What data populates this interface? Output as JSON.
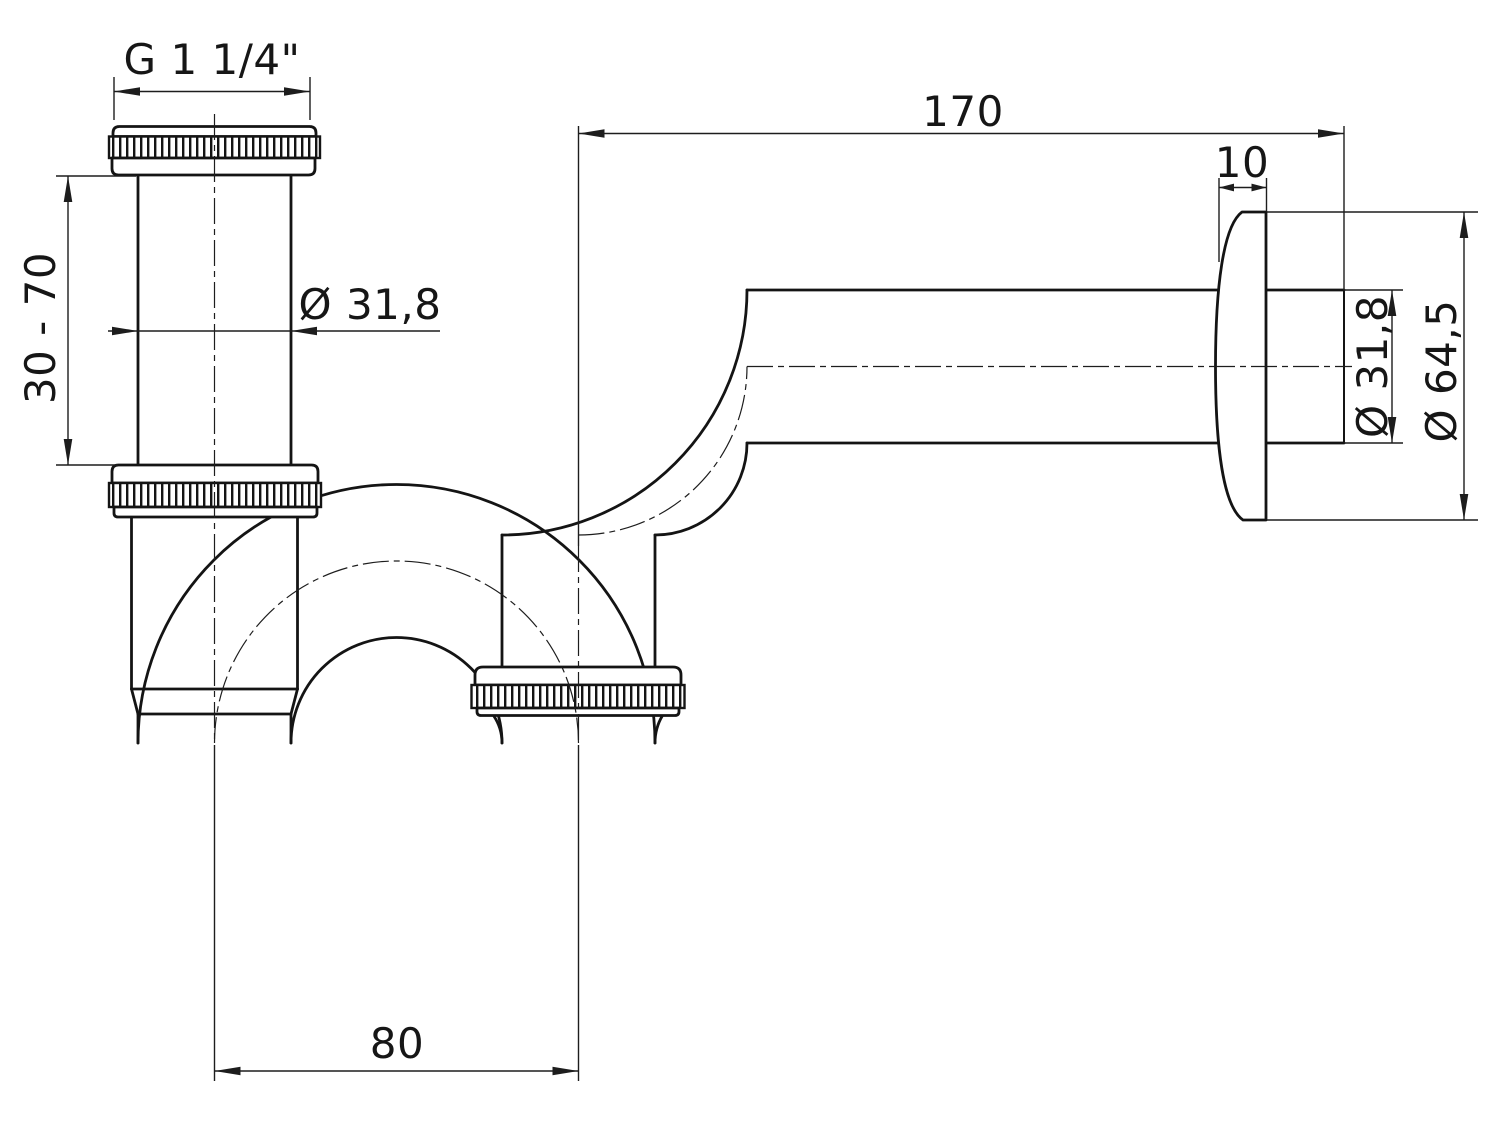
{
  "drawing": {
    "type": "technical-dimension-drawing",
    "subject": "Bottle/P-trap siphon with tailpiece, union nuts, U-bend and wall flange",
    "background_color": "#ffffff",
    "line_color": "#141414",
    "labels": {
      "thread_size": "G 1 1/4\"",
      "inlet_height_range": "30 - 70",
      "inlet_tube_diameter": "Ø 31,8",
      "wall_tube_length": "170",
      "flange_thickness": "10",
      "wall_tube_diameter": "Ø 31,8",
      "flange_diameter": "Ø 64,5",
      "trap_bend_width": "80"
    }
  }
}
